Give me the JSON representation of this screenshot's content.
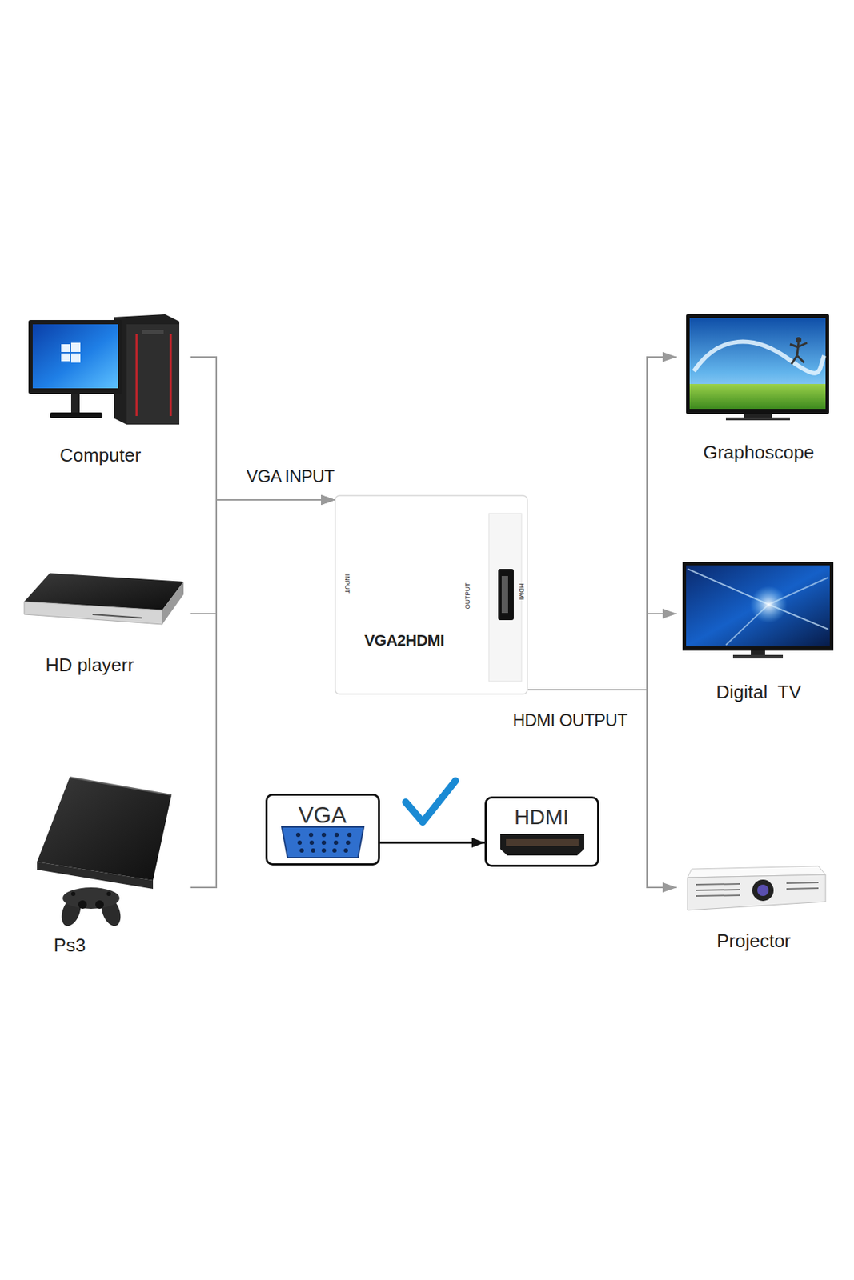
{
  "diagram": {
    "nodes": [
      {
        "text": [
          "Computer"
        ]
      },
      {
        "text": [
          "HD playerr"
        ]
      },
      {
        "text": [
          "Ps3"
        ]
      },
      {
        "text": [
          "VGA2HDMI",
          "INPUT",
          "OUTPUT",
          "HDMI"
        ]
      },
      {
        "text": [
          "Graphoscope"
        ]
      },
      {
        "text": [
          "Digital  TV"
        ]
      },
      {
        "text": [
          "Projector"
        ]
      },
      {
        "text": [
          "VGA"
        ]
      },
      {
        "text": [
          "HDMI"
        ]
      }
    ],
    "edges": [
      {
        "from": 0,
        "to": 3,
        "arrow": "to"
      },
      {
        "from": 1,
        "to": 3,
        "arrow": "to"
      },
      {
        "from": 2,
        "to": 3,
        "arrow": "to"
      },
      {
        "from": 3,
        "to": 4,
        "arrow": "to"
      },
      {
        "from": 3,
        "to": 5,
        "arrow": "to"
      },
      {
        "from": 3,
        "to": 6,
        "arrow": "to"
      },
      {
        "from": 7,
        "to": 8,
        "arrow": "to"
      }
    ],
    "labels": [
      "VGA INPUT",
      "HDMI OUTPUT"
    ]
  }
}
